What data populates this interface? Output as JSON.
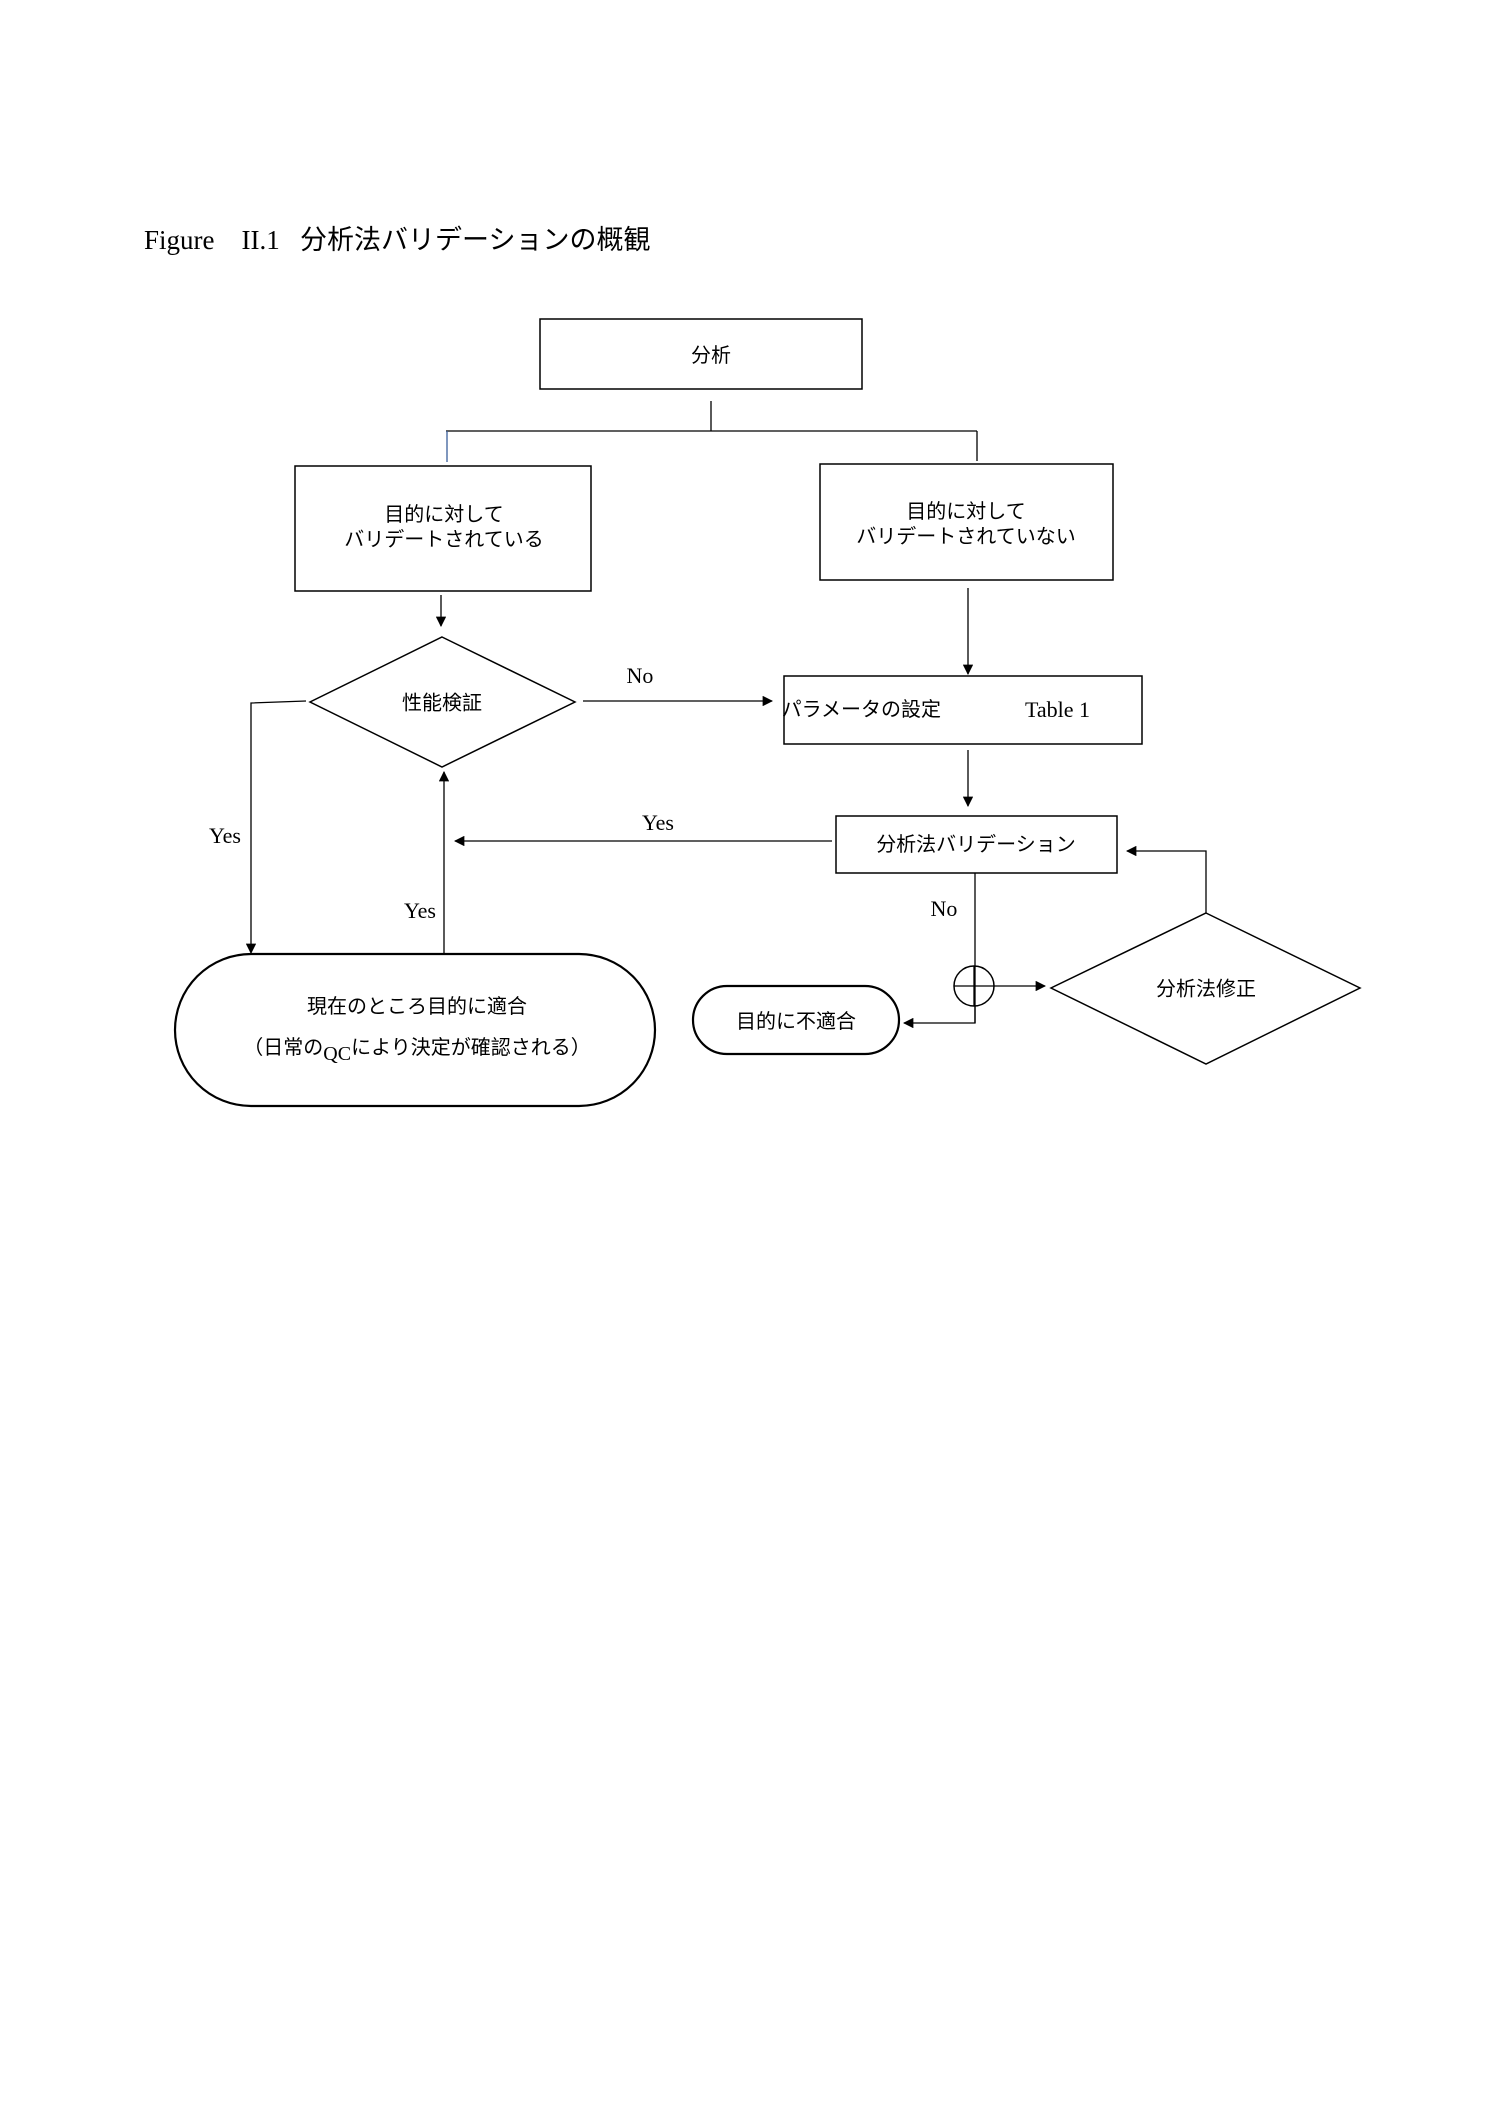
{
  "figure": {
    "label": "Figure",
    "number": "II.1",
    "title": "分析法バリデーションの概観"
  },
  "nodes": {
    "analysis": "分析",
    "validated": {
      "line1": "目的に対して",
      "line2": "バリデートされている"
    },
    "not_validated": {
      "line1": "目的に対して",
      "line2": "バリデートされていない"
    },
    "performance_check": "性能検証",
    "parameter_setting": {
      "text": "パラメータの設定",
      "ref": "Table 1"
    },
    "method_validation": "分析法バリデーション",
    "method_revision": "分析法修正",
    "not_fit": "目的に不適合",
    "currently_fit": {
      "line1": "現在のところ目的に適合",
      "line2_prefix": "（日常の",
      "line2_qc": "QC",
      "line2_suffix": "により決定が確認される）"
    }
  },
  "edges": {
    "perf_no": "No",
    "perf_yes": "Yes",
    "validation_yes": "Yes",
    "validation_no": "No",
    "fit_to_perf_yes": "Yes"
  }
}
